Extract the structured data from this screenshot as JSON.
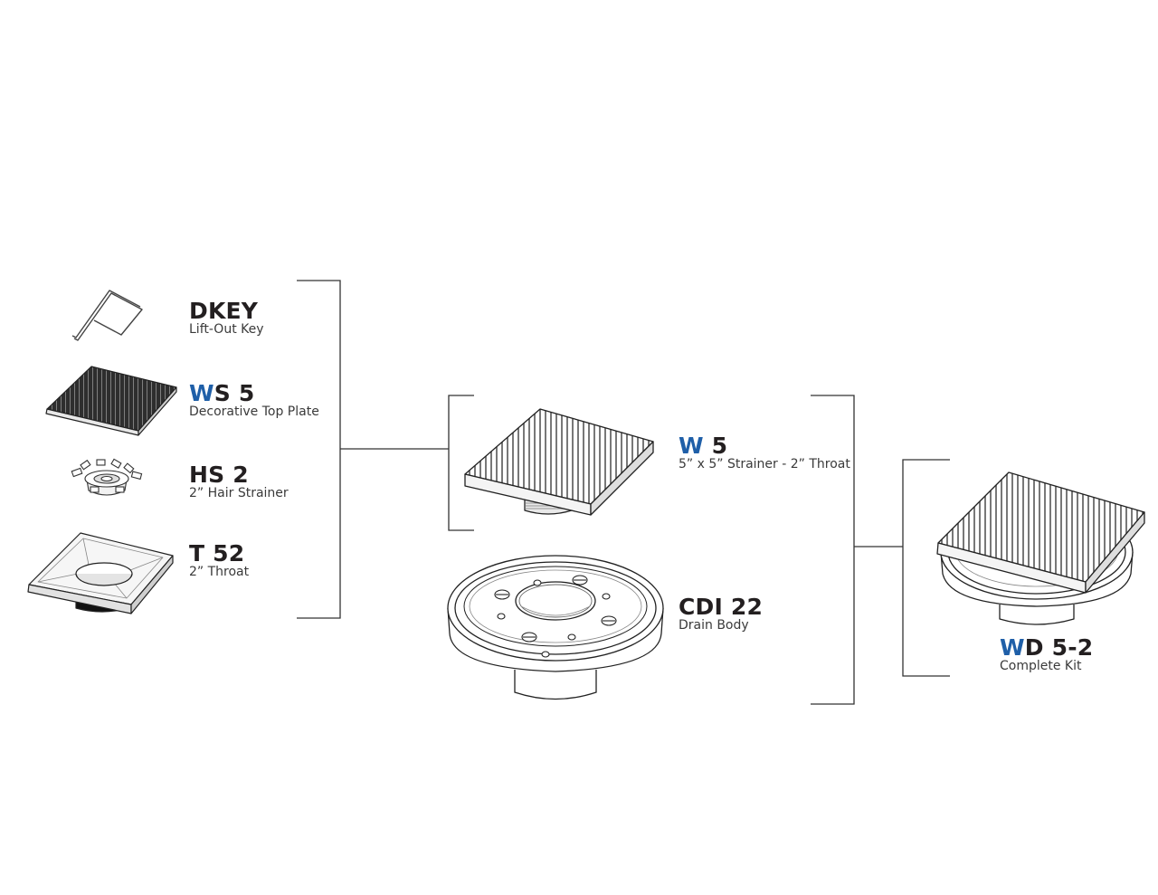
{
  "colors": {
    "accent": "#1f5fa8",
    "ink": "#231f20",
    "line": "#2b2b2b",
    "plate_dark": "#3a3a3a"
  },
  "components": [
    {
      "id": "dkey",
      "accent": "",
      "code": "DKEY",
      "description": "Lift-Out Key",
      "icon": "lift-out-key-icon"
    },
    {
      "id": "ws5",
      "accent": "W",
      "code": "S 5",
      "description": "Decorative Top Plate",
      "icon": "decorative-top-plate-icon"
    },
    {
      "id": "hs2",
      "accent": "",
      "code": "HS 2",
      "description": "2” Hair Strainer",
      "icon": "hair-strainer-icon"
    },
    {
      "id": "t52",
      "accent": "",
      "code": "T 52",
      "description": "2” Throat",
      "icon": "throat-icon"
    }
  ],
  "assembly": {
    "w5": {
      "accent": "W",
      "code": " 5",
      "description": "5” x 5” Strainer - 2” Throat",
      "icon": "strainer-assembly-icon"
    },
    "cdi22": {
      "accent": "",
      "code": "CDI 22",
      "description": "Drain Body",
      "icon": "drain-body-icon"
    }
  },
  "kit": {
    "accent": "W",
    "code": "D 5-2",
    "description": "Complete Kit",
    "icon": "complete-kit-icon"
  }
}
